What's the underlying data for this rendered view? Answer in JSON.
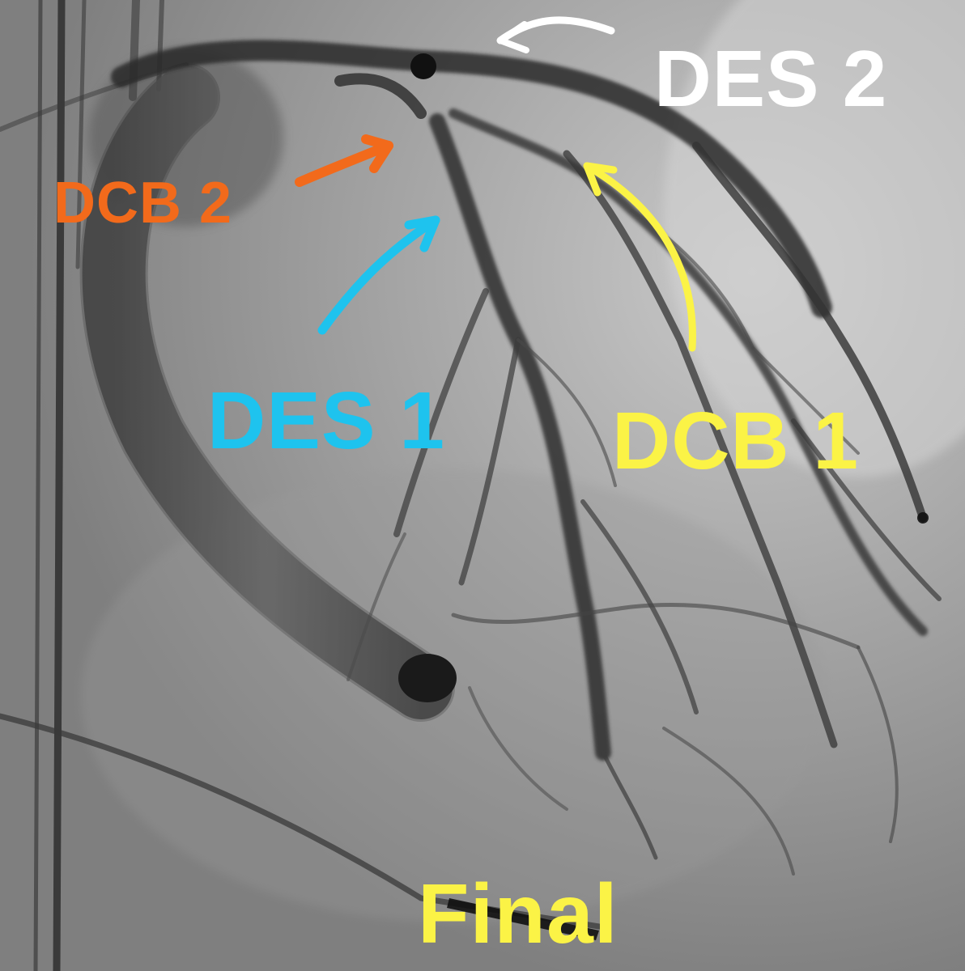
{
  "image": {
    "labels": {
      "des2": "DES 2",
      "dcb2": "DCB 2",
      "des1": "DES 1",
      "dcb1": "DCB 1",
      "final": "Final"
    }
  },
  "colors": {
    "des2": "#ffffff",
    "dcb2": "#f26a1b",
    "des1": "#1ec3ee",
    "dcb1": "#fbf346",
    "final": "#fbf346"
  }
}
